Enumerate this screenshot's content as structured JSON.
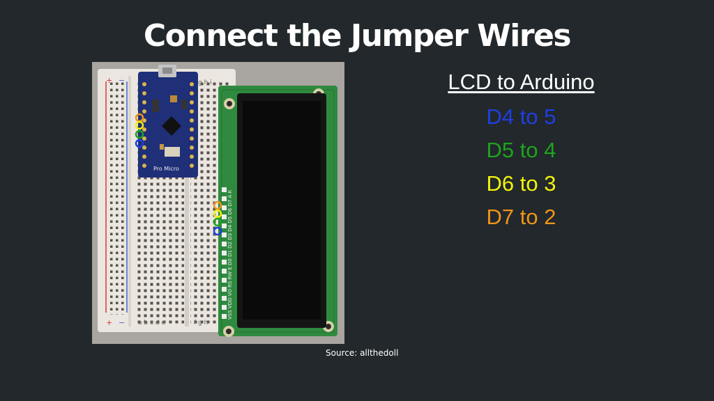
{
  "slide": {
    "title": "Connect the Jumper Wires",
    "caption": "Source: allthedoll"
  },
  "mapping": {
    "heading": "LCD to Arduino",
    "connections": [
      {
        "text": "D4 to 5",
        "color": "#1f3fe0"
      },
      {
        "text": "D5 to 4",
        "color": "#1fa31f"
      },
      {
        "text": "D6 to 3",
        "color": "#f2f20a"
      },
      {
        "text": "D7 to 2",
        "color": "#f0941a"
      }
    ]
  },
  "photo": {
    "board_label": "Pro Micro",
    "breadboard_left_cols": "a b c d e",
    "breadboard_right_cols": "f g h",
    "breadboard_top_cols": "g h i",
    "lcd_pin_labels": "VSS VDD VO RS RW E D0 D1 D2 D3 D4 D5 D6 D7 A K"
  }
}
